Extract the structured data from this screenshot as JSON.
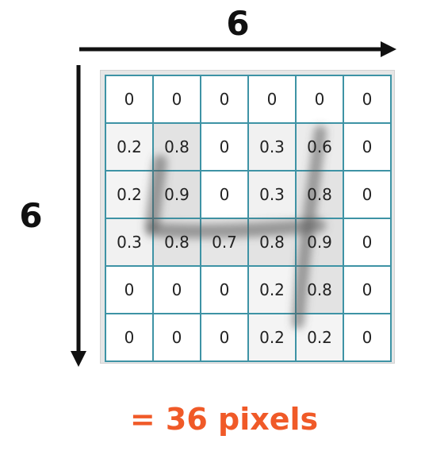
{
  "top_label": "6",
  "left_label": "6",
  "caption": "= 36 pixels",
  "grid": [
    [
      "0",
      "0",
      "0",
      "0",
      "0",
      "0"
    ],
    [
      "0.2",
      "0.8",
      "0",
      "0.3",
      "0.6",
      "0"
    ],
    [
      "0.2",
      "0.9",
      "0",
      "0.3",
      "0.8",
      "0"
    ],
    [
      "0.3",
      "0.8",
      "0.7",
      "0.8",
      "0.9",
      "0"
    ],
    [
      "0",
      "0",
      "0",
      "0.2",
      "0.8",
      "0"
    ],
    [
      "0",
      "0",
      "0",
      "0.2",
      "0.2",
      "0"
    ]
  ],
  "colors": {
    "grid_line": "#3e93a5",
    "caption": "#f05a28",
    "text": "#222222"
  }
}
